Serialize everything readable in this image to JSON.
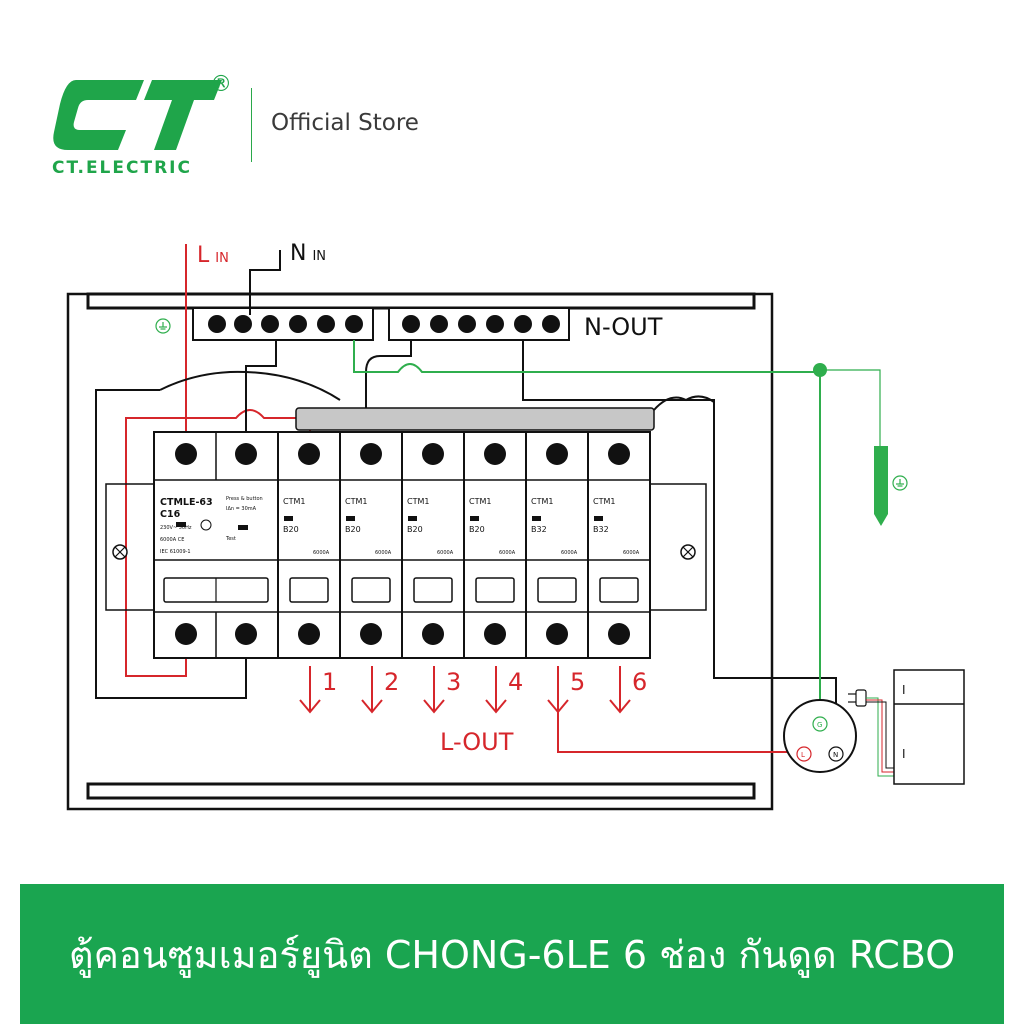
{
  "brand": {
    "logo_text": "CT",
    "registered_mark": "®",
    "caption": "CT.ELECTRIC",
    "store_label": "Official Store"
  },
  "colors": {
    "brand_green": "#1fa54a",
    "live_red": "#d6262b",
    "earth_green": "#2fae4d",
    "wire_black": "#111111"
  },
  "diagram": {
    "l_in": {
      "main": "L",
      "sub": "IN"
    },
    "n_in": {
      "main": "N",
      "sub": "IN"
    },
    "n_out": "N-OUT",
    "l_out": "L-OUT",
    "main_breaker": {
      "model": "CTMLE-63",
      "rating": "C16",
      "detail_lines": [
        "230V~ 50Hz",
        "6000A  CE",
        "IEC 61009-1"
      ],
      "side_lines": [
        "Press & button",
        "IΔn = 30mA",
        "Test"
      ]
    },
    "breakers": [
      {
        "model": "CTM1",
        "rating": "B20",
        "capacity": "6000A",
        "output": "1"
      },
      {
        "model": "CTM1",
        "rating": "B20",
        "capacity": "6000A",
        "output": "2"
      },
      {
        "model": "CTM1",
        "rating": "B20",
        "capacity": "6000A",
        "output": "3"
      },
      {
        "model": "CTM1",
        "rating": "B20",
        "capacity": "6000A",
        "output": "4"
      },
      {
        "model": "CTM1",
        "rating": "B32",
        "capacity": "6000A",
        "output": "5"
      },
      {
        "model": "CTM1",
        "rating": "B32",
        "capacity": "6000A",
        "output": "6"
      }
    ],
    "socket": {
      "ground": "G",
      "live": "L",
      "neutral": "N"
    },
    "appliance_marks": [
      "I",
      "I"
    ]
  },
  "banner": {
    "title": "ตู้คอนซูมเมอร์ยูนิต CHONG-6LE 6 ช่อง กันดูด RCBO"
  }
}
